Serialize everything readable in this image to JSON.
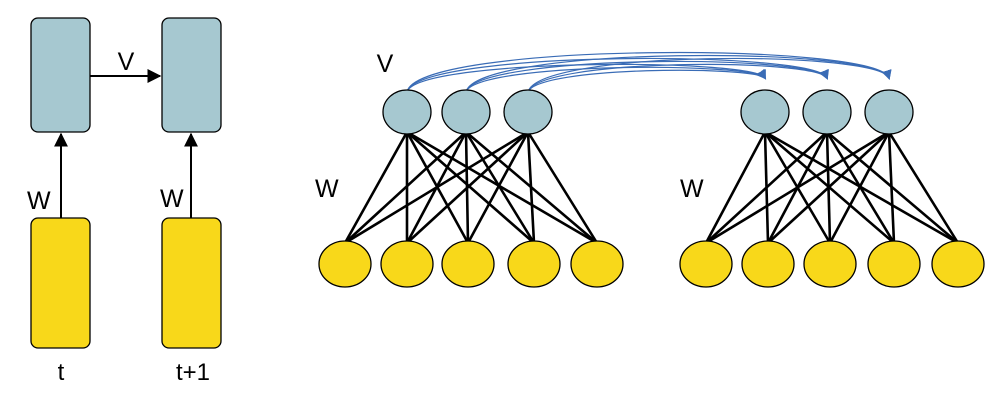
{
  "left_diagram": {
    "recurrent_label": "V",
    "input_label_t": "W",
    "input_label_t1": "W",
    "time_label_t": "t",
    "time_label_t1": "t+1"
  },
  "right_diagram": {
    "recurrent_label": "V",
    "weights_label_t": "W",
    "weights_label_t1": "W",
    "hidden_units_per_step": 3,
    "input_units_per_step": 5
  },
  "colors": {
    "hidden_fill": "#a6c8d0",
    "input_fill": "#f8d81a",
    "recurrent_arrow": "#3a6cb6",
    "stroke": "#000000"
  }
}
